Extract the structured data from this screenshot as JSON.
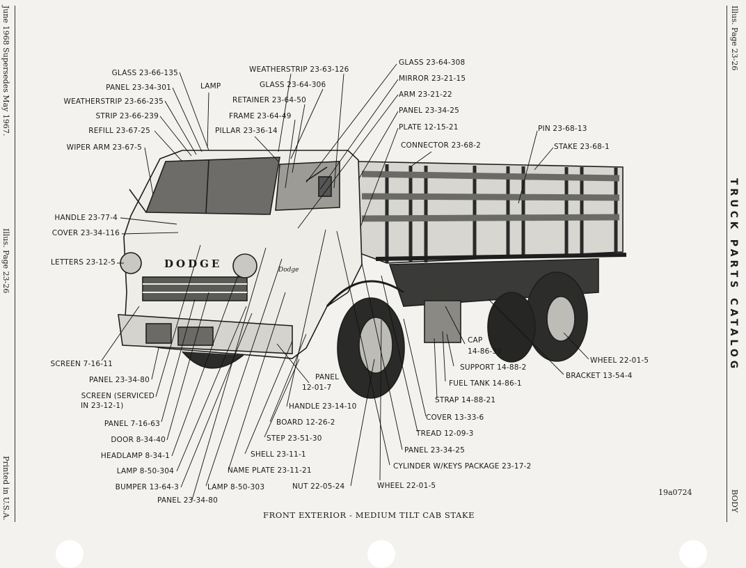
{
  "margin_left": {
    "date_note": "June 1968 Supersedes May 1967.",
    "illus_page": "Illus. Page 23-26",
    "printed": "Printed in U.S.A."
  },
  "margin_right": {
    "illus_page": "Illus. Page 23-26",
    "catalog_title": "TRUCK PARTS CATALOG",
    "section": "BODY"
  },
  "figure": {
    "caption": "FRONT EXTERIOR - MEDIUM TILT CAB STAKE",
    "id": "19a0724",
    "logo_text": "DODGE",
    "badge_text": "Dodge"
  },
  "callouts": [
    {
      "text": "GLASS 23-66-135"
    },
    {
      "text": "PANEL 23-34-301"
    },
    {
      "text": "WEATHERSTRIP 23-66-235"
    },
    {
      "text": "STRIP 23-66-239"
    },
    {
      "text": "REFILL 23-67-25"
    },
    {
      "text": "WIPER ARM 23-67-5"
    },
    {
      "text": "LAMP"
    },
    {
      "text": "WEATHERSTRIP 23-63-126"
    },
    {
      "text": "GLASS 23-64-306"
    },
    {
      "text": "RETAINER 23-64-50"
    },
    {
      "text": "FRAME 23-64-49"
    },
    {
      "text": "PILLAR 23-36-14"
    },
    {
      "text": "GLASS 23-64-308"
    },
    {
      "text": "MIRROR 23-21-15"
    },
    {
      "text": "ARM 23-21-22"
    },
    {
      "text": "PANEL 23-34-25"
    },
    {
      "text": "PLATE 12-15-21"
    },
    {
      "text": "CONNECTOR 23-68-2"
    },
    {
      "text": "PIN 23-68-13"
    },
    {
      "text": "STAKE 23-68-1"
    },
    {
      "text": "HANDLE 23-77-4"
    },
    {
      "text": "COVER 23-34-116"
    },
    {
      "text": "LETTERS 23-12-5"
    },
    {
      "text": "SCREEN 7-16-11"
    },
    {
      "text": "PANEL 23-34-80"
    },
    {
      "text": "SCREEN (SERVICED"
    },
    {
      "text": "IN 23-12-1)"
    },
    {
      "text": "PANEL 7-16-63"
    },
    {
      "text": "DOOR 8-34-40"
    },
    {
      "text": "HEADLAMP 8-34-1"
    },
    {
      "text": "LAMP 8-50-304"
    },
    {
      "text": "BUMPER 13-64-3"
    },
    {
      "text": "PANEL 23-34-80"
    },
    {
      "text": "LAMP 8-50-303"
    },
    {
      "text": "NAME PLATE 23-11-21"
    },
    {
      "text": "NUT 22-05-24"
    },
    {
      "text": "SHELL 23-11-1"
    },
    {
      "text": "STEP 23-51-30"
    },
    {
      "text": "BOARD 12-26-2"
    },
    {
      "text": "HANDLE 23-14-10"
    },
    {
      "text": "PANEL"
    },
    {
      "text": "12-01-7"
    },
    {
      "text": "WHEEL 22-01-5"
    },
    {
      "text": "CYLINDER W/KEYS PACKAGE 23-17-2"
    },
    {
      "text": "PANEL 23-34-25"
    },
    {
      "text": "TREAD 12-09-3"
    },
    {
      "text": "COVER 13-33-6"
    },
    {
      "text": "STRAP 14-88-21"
    },
    {
      "text": "FUEL TANK 14-86-1"
    },
    {
      "text": "SUPPORT 14-88-2"
    },
    {
      "text": "CAP"
    },
    {
      "text": "14-86-35"
    },
    {
      "text": "BRACKET 13-54-4"
    },
    {
      "text": "WHEEL 22-01-5"
    }
  ]
}
